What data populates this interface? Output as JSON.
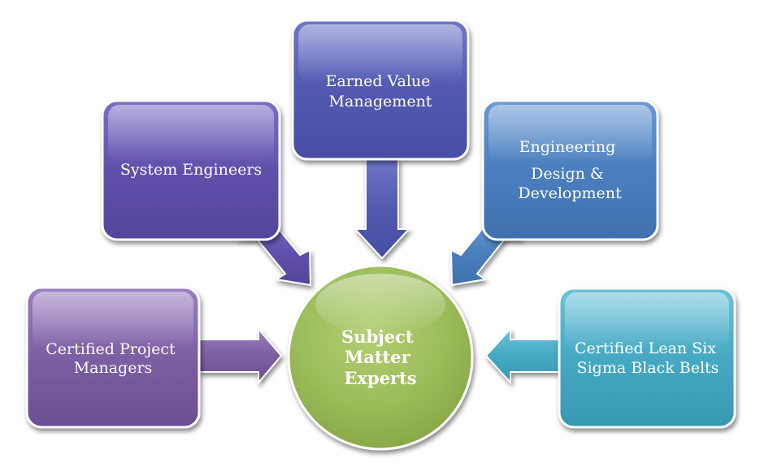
{
  "center": {
    "lines": [
      "Subject",
      "Matter",
      "Experts"
    ],
    "color": "#9bbb59"
  },
  "nodes": {
    "certified_pm": {
      "lines": [
        "Certified Project",
        "Managers"
      ],
      "color": "#8064a2"
    },
    "system_engineers": {
      "lines": [
        "System Engineers"
      ],
      "color": "#6a56ad"
    },
    "earned_value": {
      "lines": [
        "Earned Value",
        "Management"
      ],
      "color": "#5b61b5"
    },
    "engineering": {
      "lines": [
        "Engineering",
        "Design &",
        "Development"
      ],
      "color": "#4f81bd"
    },
    "lean_six_sigma": {
      "lines": [
        "Certified Lean Six",
        "Sigma Black Belts"
      ],
      "color": "#4bacc6"
    }
  }
}
